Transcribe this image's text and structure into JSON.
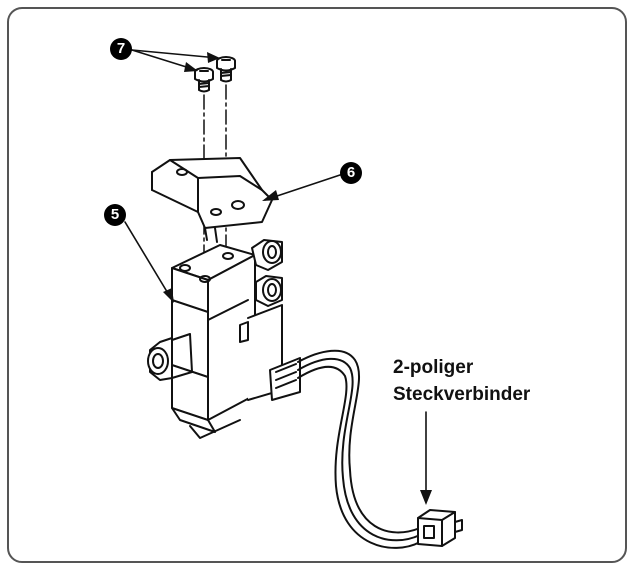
{
  "callouts": {
    "screws": "7",
    "bracket": "6",
    "valve": "5"
  },
  "connector_label": {
    "line1": "2-poliger",
    "line2": "Steckverbinder"
  },
  "colors": {
    "ink": "#111111",
    "frame": "#555555",
    "paper": "#ffffff"
  }
}
